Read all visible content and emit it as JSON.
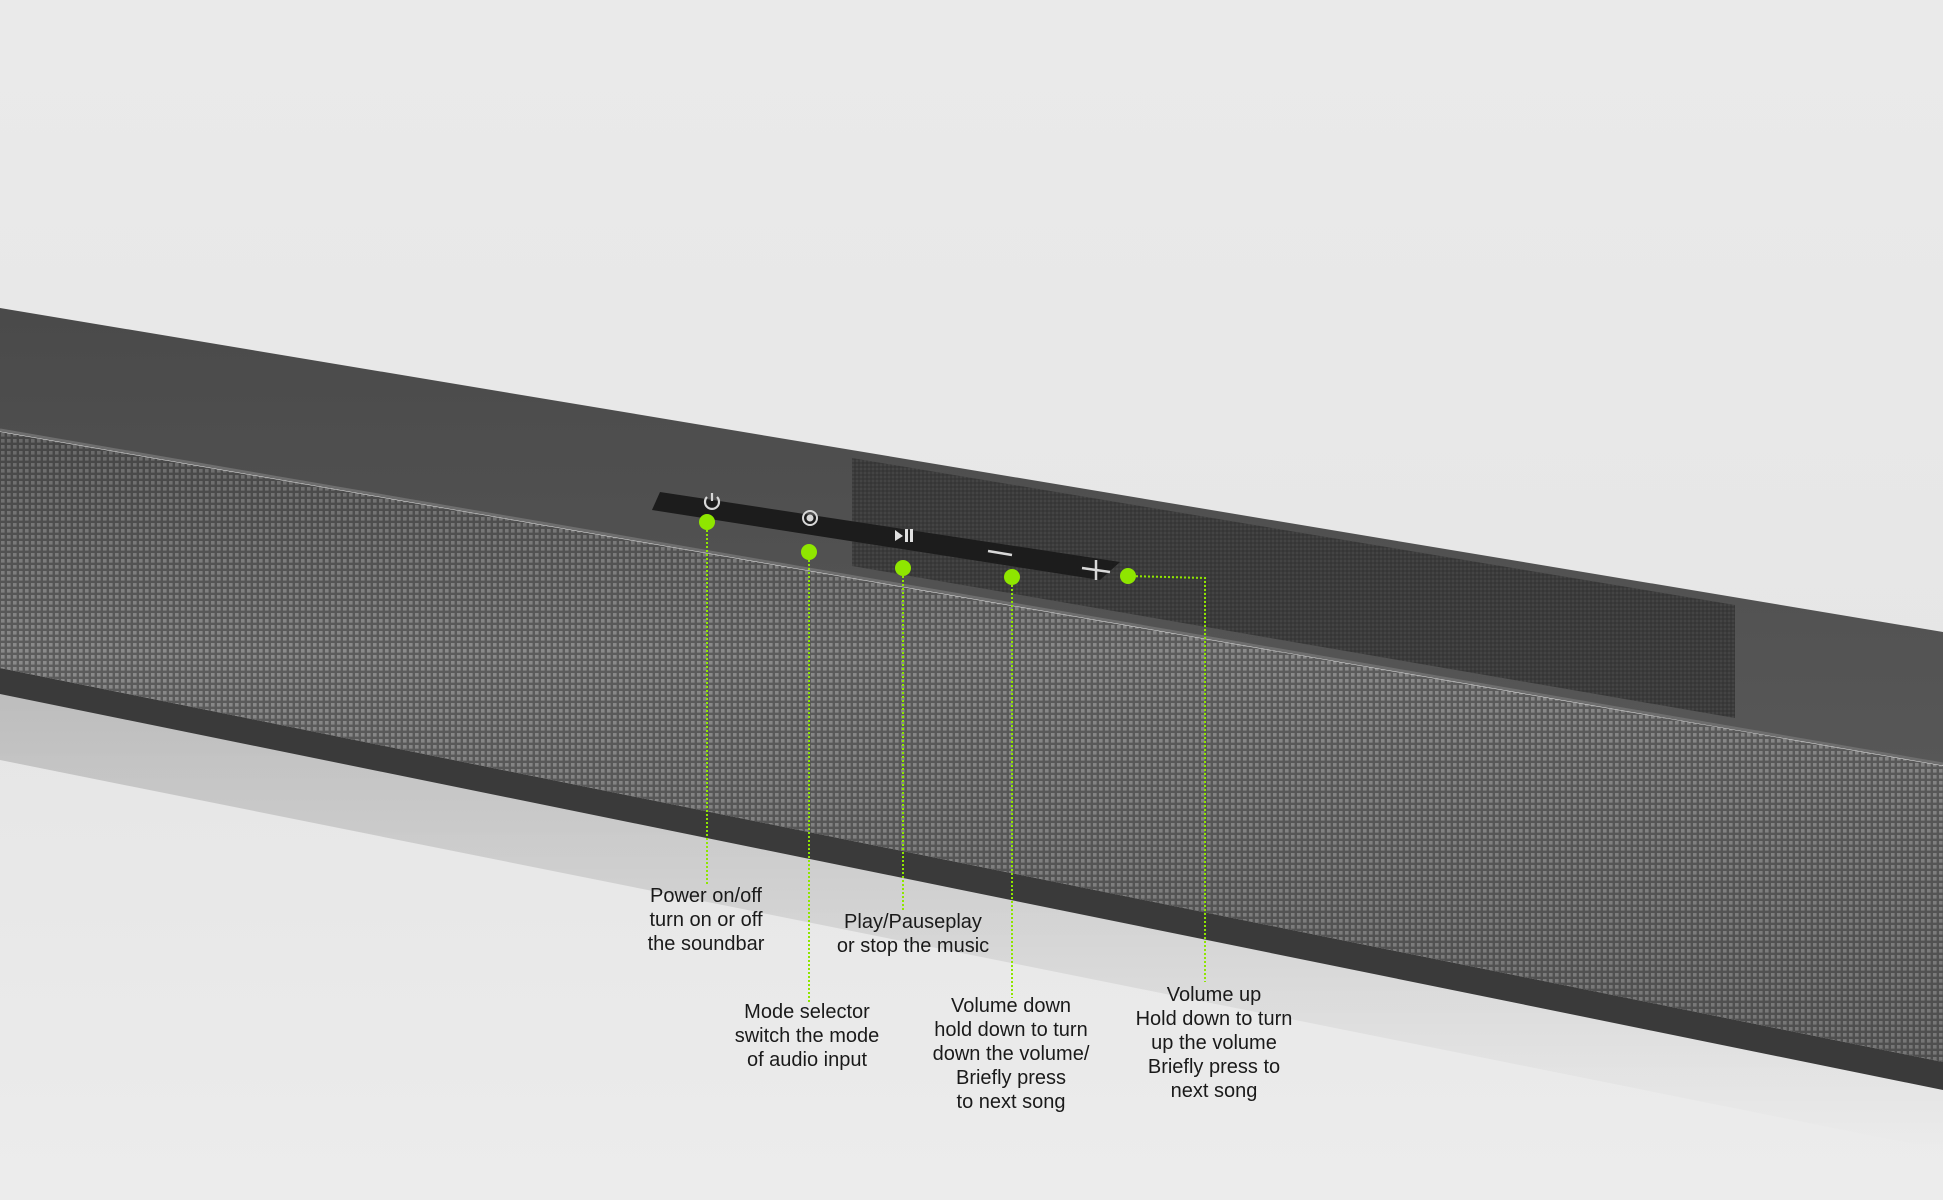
{
  "accent_color": "#8fe600",
  "buttons": [
    {
      "id": "power",
      "icon": "power-icon"
    },
    {
      "id": "mode",
      "icon": "mode-icon"
    },
    {
      "id": "play",
      "icon": "play-pause-icon"
    },
    {
      "id": "volume-down",
      "icon": "minus-icon"
    },
    {
      "id": "volume-up",
      "icon": "plus-icon"
    }
  ],
  "callouts": [
    {
      "id": "power",
      "lines": [
        "Power on/off",
        "turn on or off",
        "the soundbar"
      ]
    },
    {
      "id": "mode",
      "lines": [
        "Mode selector",
        "switch the mode",
        "of audio input"
      ]
    },
    {
      "id": "play",
      "lines": [
        "Play/Pauseplay",
        "or stop the music"
      ]
    },
    {
      "id": "volume-down",
      "lines": [
        "Volume down",
        "hold down to turn",
        "down the volume/",
        "Briefly press",
        "to next song"
      ]
    },
    {
      "id": "volume-up",
      "lines": [
        "Volume up",
        "Hold down to turn",
        "up the volume",
        "Briefly press to",
        "next song"
      ]
    }
  ]
}
